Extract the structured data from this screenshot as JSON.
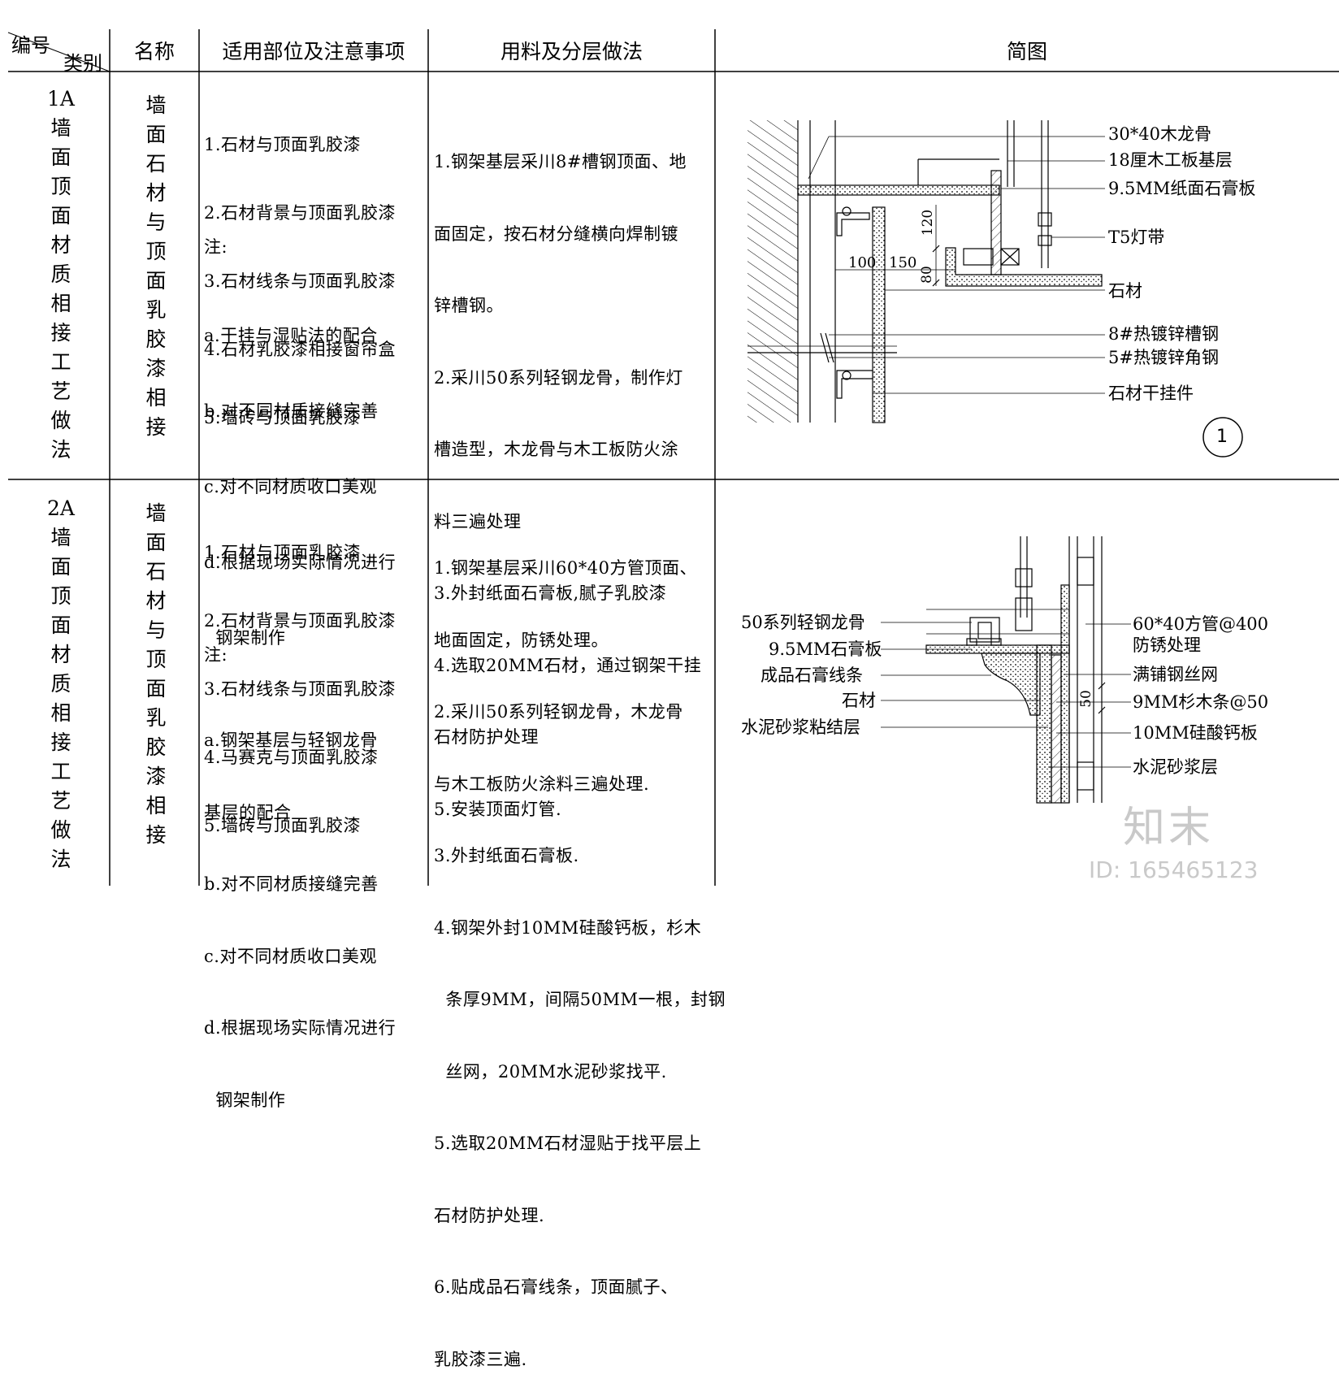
{
  "header": {
    "code_label": "编号",
    "category_label": "类别",
    "name": "名称",
    "scope": "适用部位及注意事项",
    "materials": "用料及分层做法",
    "sketch": "简图"
  },
  "rows": [
    {
      "code": [
        "1A",
        "墙",
        "面",
        "顶",
        "面",
        "材",
        "质",
        "相",
        "接",
        "工",
        "艺",
        "做",
        "法"
      ],
      "name": [
        "墙",
        "面",
        "石",
        "材",
        "与",
        "顶",
        "面",
        "乳",
        "胶",
        "漆",
        "相",
        "接"
      ],
      "scope_items": [
        "1.石材与顶面乳胶漆",
        "2.石材背景与顶面乳胶漆",
        "3.石材线条与顶面乳胶漆",
        "4.石材乳胶漆相接窗帘盒",
        "5.墙砖与顶面乳胶漆"
      ],
      "note_title": "注:",
      "notes": [
        "a.干挂与湿贴法的配合",
        "b.对不同材质接缝完善",
        "c.对不同材质收口美观",
        "d.根据现场实际情况进行",
        "  钢架制作"
      ],
      "steps": [
        "1.钢架基层采川8#槽钢顶面、地",
        "面固定，按石材分缝横向焊制镀",
        "锌槽钢。",
        "2.采川50系列轻钢龙骨，制作灯",
        "槽造型，木龙骨与木工板防火涂",
        "料三遍处理",
        "3.外封纸面石膏板,腻子乳胶漆",
        "4.选取20MM石材，通过钢架干挂",
        "石材防护处理",
        "5.安装顶面灯管."
      ],
      "callouts": [
        "30*40木龙骨",
        "18厘木工板基层",
        "9.5MM纸面石膏板",
        "T5灯带",
        "石材",
        "8#热镀锌槽钢",
        "5#热镀锌角钢",
        "石材干挂件"
      ],
      "dims": [
        "120",
        "100",
        "150",
        "80"
      ],
      "detail_no": "1"
    },
    {
      "code": [
        "2A",
        "墙",
        "面",
        "顶",
        "面",
        "材",
        "质",
        "相",
        "接",
        "工",
        "艺",
        "做",
        "法"
      ],
      "name": [
        "墙",
        "面",
        "石",
        "材",
        "与",
        "顶",
        "面",
        "乳",
        "胶",
        "漆",
        "相",
        "接"
      ],
      "scope_items": [
        "1.石材与顶面乳胶漆",
        "2.石材背景与顶面乳胶漆",
        "3.石材线条与顶面乳胶漆",
        "4.马赛克与顶面乳胶漆",
        "5.墙砖与顶面乳胶漆"
      ],
      "note_title": "注:",
      "notes": [
        "a.钢架基层与轻钢龙骨",
        "基层的配合",
        "b.对不同材质接缝完善",
        "c.对不同材质收口美观",
        "d.根据现场实际情况进行",
        "  钢架制作"
      ],
      "steps": [
        "1.钢架基层采川60*40方管顶面、",
        "地面固定，防锈处理。",
        "2.采川50系列轻钢龙骨，木龙骨",
        "与木工板防火涂料三遍处理.",
        "3.外封纸面石膏板.",
        "4.钢架外封10MM硅酸钙板，杉木",
        "  条厚9MM，间隔50MM一根，封钢",
        "  丝网，20MM水泥砂浆找平.",
        "5.选取20MM石材湿贴于找平层上",
        "石材防护处理.",
        "6.贴成品石膏线条，顶面腻子、",
        "乳胶漆三遍."
      ],
      "callouts_left": [
        "50系列轻钢龙骨",
        "9.5MM石膏板",
        "成品石膏线条",
        "石材",
        "水泥砂浆粘结层"
      ],
      "callouts_right": [
        "60*40方管@400",
        "防锈处理",
        "满铺钢丝网",
        "9MM杉木条@50",
        "10MM硅酸钙板",
        "水泥砂浆层"
      ],
      "dims": [
        "50"
      ]
    }
  ],
  "watermark": {
    "logo": "知末",
    "id": "ID: 165465123"
  }
}
